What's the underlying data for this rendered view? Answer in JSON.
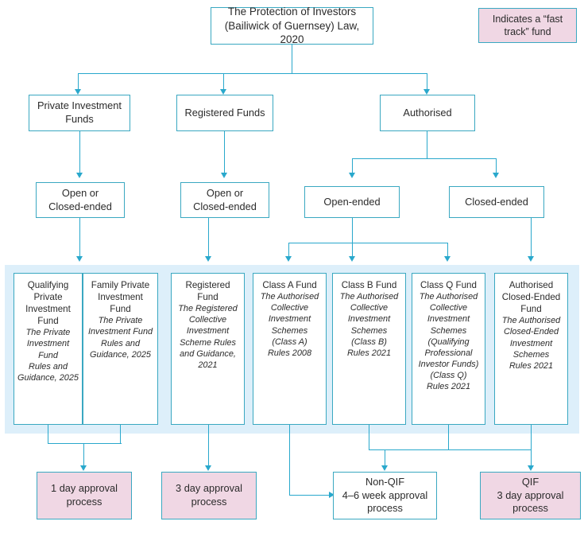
{
  "diagram": {
    "title_node": {
      "lines": [
        "The Protection of Investors",
        "(Bailiwick of Guernsey) Law, 2020"
      ]
    },
    "legend": {
      "lines": [
        "Indicates a “fast",
        "track” fund"
      ],
      "fill": "#f0d7e4",
      "border": "#3aa8c1"
    },
    "level2": [
      {
        "name": "private-investment-funds",
        "lines": [
          "Private Investment",
          "Funds"
        ]
      },
      {
        "name": "registered-funds",
        "lines": [
          "Registered Funds"
        ]
      },
      {
        "name": "authorised",
        "lines": [
          "Authorised"
        ]
      }
    ],
    "level3": [
      {
        "name": "pif-open-or-closed-ended",
        "lines": [
          "Open or",
          "Closed-ended"
        ]
      },
      {
        "name": "rf-open-or-closed-ended",
        "lines": [
          "Open or",
          "Closed-ended"
        ]
      },
      {
        "name": "authorised-open-ended",
        "lines": [
          "Open-ended"
        ]
      },
      {
        "name": "authorised-closed-ended",
        "lines": [
          "Closed-ended"
        ]
      }
    ],
    "fund_types": [
      {
        "name": "qualifying-private-investment-fund",
        "title": [
          "Qualifying",
          "Private",
          "Investment",
          "Fund"
        ],
        "rules": [
          "The Private",
          "Investment Fund",
          "Rules and",
          "Guidance, 2025"
        ]
      },
      {
        "name": "family-private-investment-fund",
        "title": [
          "Family Private",
          "Investment",
          "Fund"
        ],
        "rules": [
          "The Private",
          "Investment Fund",
          "Rules and",
          "Guidance, 2025"
        ]
      },
      {
        "name": "registered-fund",
        "title": [
          "Registered",
          "Fund"
        ],
        "rules": [
          "The Registered",
          "Collective",
          "Investment",
          "Scheme Rules",
          "and Guidance,",
          "2021"
        ]
      },
      {
        "name": "class-a-fund",
        "title": [
          "Class A Fund"
        ],
        "rules": [
          "The Authorised",
          "Collective",
          "Investment",
          "Schemes",
          "(Class A)",
          "Rules 2008"
        ]
      },
      {
        "name": "class-b-fund",
        "title": [
          "Class B Fund"
        ],
        "rules": [
          "The Authorised",
          "Collective",
          "Investment",
          "Schemes",
          "(Class B)",
          "Rules 2021"
        ]
      },
      {
        "name": "class-q-fund",
        "title": [
          "Class Q Fund"
        ],
        "rules": [
          "The Authorised",
          "Collective",
          "Investment",
          "Schemes",
          "(Qualifying",
          "Professional",
          "Investor Funds)",
          "(Class Q)",
          "Rules 2021"
        ]
      },
      {
        "name": "authorised-closed-ended-fund",
        "title": [
          "Authorised",
          "Closed-Ended",
          "Fund"
        ],
        "rules": [
          "The Authorised",
          "Closed-Ended",
          "Investment",
          "Schemes",
          "Rules 2021"
        ]
      }
    ],
    "outcomes": [
      {
        "name": "one-day-approval",
        "lines": [
          "1 day approval",
          "process"
        ],
        "fast_track": true
      },
      {
        "name": "three-day-approval",
        "lines": [
          "3 day approval",
          "process"
        ],
        "fast_track": true
      },
      {
        "name": "non-qif-approval",
        "lines": [
          "Non-QIF",
          "4–6 week approval",
          "process"
        ],
        "fast_track": false
      },
      {
        "name": "qif-approval",
        "lines": [
          "QIF",
          "3 day approval",
          "process"
        ],
        "fast_track": true
      }
    ],
    "colors": {
      "connector": "#29a8cc",
      "box_border": "#3aa8c1",
      "band": "#ddeffa",
      "fast_track_fill": "#f0d7e4",
      "text": "#2b2b2b"
    }
  }
}
